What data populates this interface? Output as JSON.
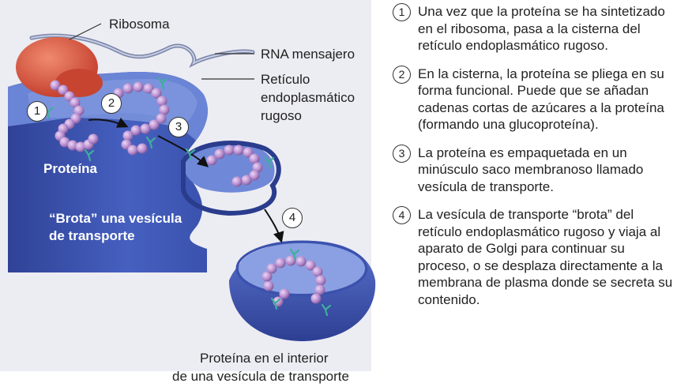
{
  "labels": {
    "ribosome": "Ribosoma",
    "mrna": "RNA mensajero",
    "rer_line1": "Retículo",
    "rer_line2": "endoplasmático",
    "rer_line3": "rugoso",
    "protein": "Proteína",
    "vesicle_line1": "“Brota” una vesícula",
    "vesicle_line2": "de transporte",
    "caption_line1": "Proteína en el interior",
    "caption_line2": "de una vesícula de transporte"
  },
  "markers": [
    "1",
    "2",
    "3",
    "4"
  ],
  "steps": [
    {
      "num": "1",
      "text": "Una vez que la proteína se ha sintetizado en el ribosoma, pasa a la cisterna del retículo endoplasmático rugoso."
    },
    {
      "num": "2",
      "text": "En la cisterna, la proteína se pliega en su forma funcional. Puede que se añadan cadenas cortas de azúcares a la proteína (formando una glucoproteína)."
    },
    {
      "num": "3",
      "text": "La proteína es empaquetada en un minúsculo saco membranoso llamado vesícula de transporte."
    },
    {
      "num": "4",
      "text": "La vesícula de transporte “brota” del retículo endoplasmático rugoso y viaja al aparato de Golgi para continuar su proceso, o se desplaza directamente a la membrana de plasma donde se secreta su contenido."
    }
  ],
  "colors": {
    "membrane": "#3f57b5",
    "membrane_dark": "#2a3c8c",
    "lumen": "#6d86d6",
    "ribosome": "#d9503b",
    "protein_bead": "#b98fd0",
    "sugar": "#3fae9c",
    "background_tint": "#e9e9f2"
  }
}
